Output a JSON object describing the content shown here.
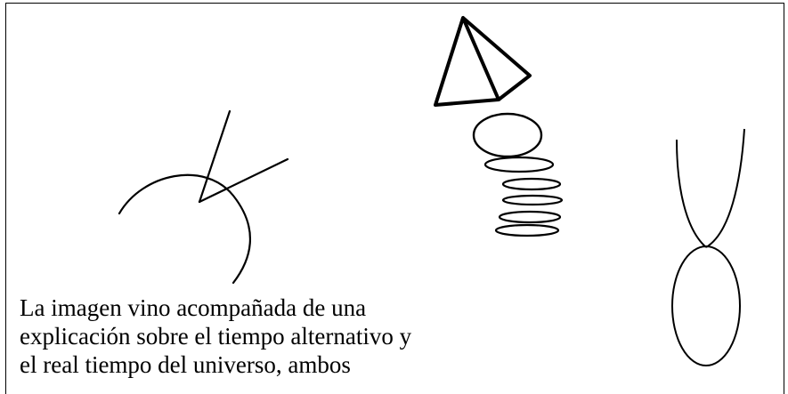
{
  "document": {
    "caption_lines": [
      "La imagen vino acompañada de una",
      "explicación sobre el tiempo alternativo y",
      "el real tiempo del universo, ambos"
    ]
  },
  "figures": [
    {
      "name": "arc-with-lines",
      "icon": "arc-sketch"
    },
    {
      "name": "pyramid-with-ellipses",
      "icon": "pyramid-stack-sketch"
    },
    {
      "name": "hourglass-ellipse",
      "icon": "funnel-ellipse-sketch"
    }
  ]
}
